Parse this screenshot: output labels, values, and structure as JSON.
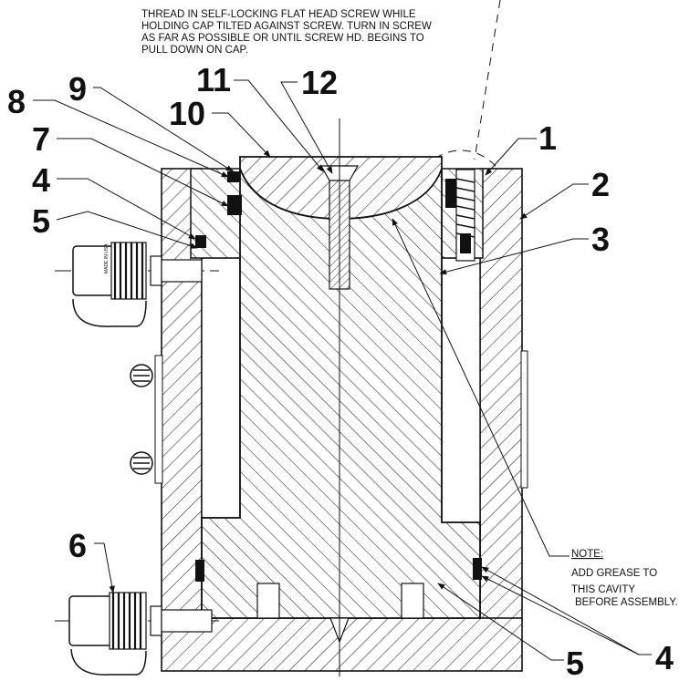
{
  "top_instruction": [
    "THREAD IN SELF-LOCKING FLAT HEAD SCREW WHILE",
    "HOLDING CAP TILTED AGAINST SCREW. TURN IN SCREW",
    "AS FAR AS POSSIBLE OR UNTIL SCREW HD. BEGINS TO",
    "PULL DOWN ON CAP."
  ],
  "callouts": {
    "c1": "1",
    "c2": "2",
    "c3": "3",
    "c4_left": "4",
    "c4_right": "4",
    "c5_left": "5",
    "c5_bottom": "5",
    "c6": "6",
    "c7": "7",
    "c8": "8",
    "c9": "9",
    "c10": "10",
    "c11": "11",
    "c12": "12"
  },
  "note": {
    "heading": "NOTE:",
    "lines": [
      "ADD GREASE TO",
      "THIS CAVITY",
      "BEFORE ASSEMBLY."
    ]
  },
  "coupler_text": "MADE IN USA"
}
